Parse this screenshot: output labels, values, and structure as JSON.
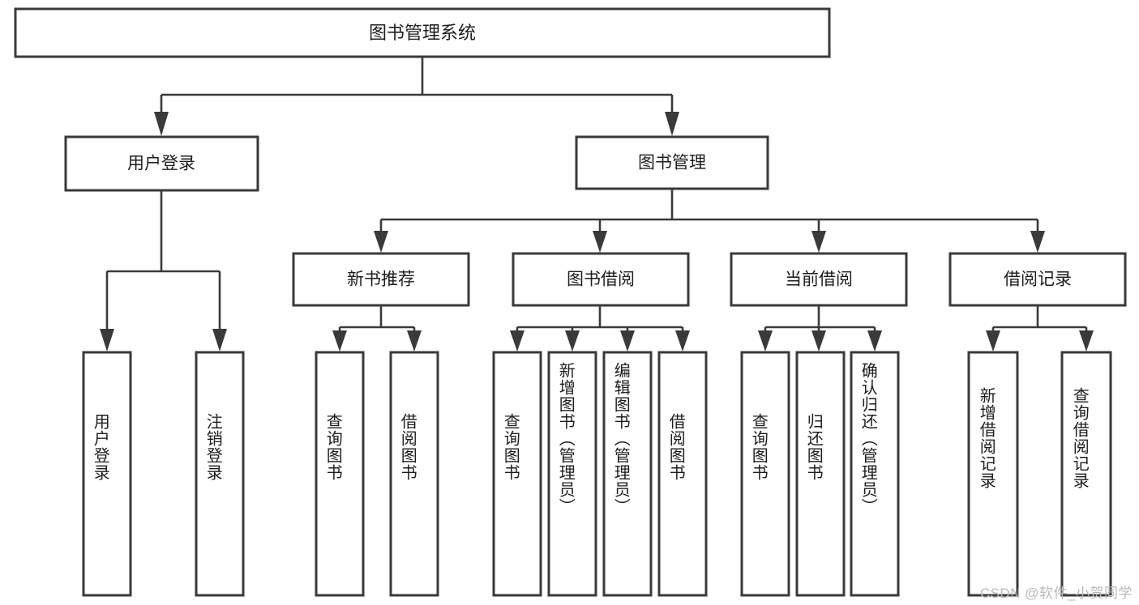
{
  "diagram": {
    "type": "tree",
    "title_node": {
      "id": "root",
      "label": "图书管理系统"
    },
    "level1": [
      {
        "id": "user-login",
        "label": "用户登录"
      },
      {
        "id": "book-mgmt",
        "label": "图书管理"
      }
    ],
    "level2": [
      {
        "id": "new-book-rec",
        "label": "新书推荐",
        "parent": "book-mgmt"
      },
      {
        "id": "book-borrow",
        "label": "图书借阅",
        "parent": "book-mgmt"
      },
      {
        "id": "current-borrow",
        "label": "当前借阅",
        "parent": "book-mgmt"
      },
      {
        "id": "borrow-record",
        "label": "借阅记录",
        "parent": "book-mgmt"
      }
    ],
    "leaves": {
      "user-login": [
        {
          "id": "leaf-user-login",
          "label": "用户登录"
        },
        {
          "id": "leaf-logout",
          "label": "注销登录"
        }
      ],
      "new-book-rec": [
        {
          "id": "leaf-query-book-1",
          "label": "查询图书"
        },
        {
          "id": "leaf-borrow-book-1",
          "label": "借阅图书"
        }
      ],
      "book-borrow": [
        {
          "id": "leaf-query-book-2",
          "label": "查询图书"
        },
        {
          "id": "leaf-add-book",
          "label": "新增图书（管理员）"
        },
        {
          "id": "leaf-edit-book",
          "label": "编辑图书（管理员）"
        },
        {
          "id": "leaf-borrow-book-2",
          "label": "借阅图书"
        }
      ],
      "current-borrow": [
        {
          "id": "leaf-query-book-3",
          "label": "查询图书"
        },
        {
          "id": "leaf-return-book",
          "label": "归还图书"
        },
        {
          "id": "leaf-confirm-return",
          "label": "确认归还（管理员）"
        }
      ],
      "borrow-record": [
        {
          "id": "leaf-add-record",
          "label": "新增借阅记录"
        },
        {
          "id": "leaf-query-record",
          "label": "查询借阅记录"
        }
      ]
    }
  },
  "watermark": {
    "text": "CSDN @软件_小贺同学"
  },
  "colors": {
    "background": "#ffffff",
    "stroke": "#3a3a3a",
    "box_fill": "#ffffff",
    "text": "#1d1d1d",
    "watermark": "#b9b9b9"
  }
}
